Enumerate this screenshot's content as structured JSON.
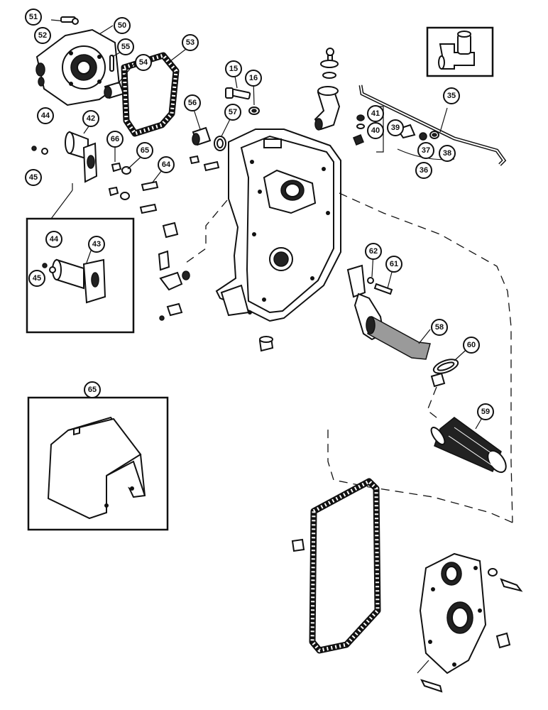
{
  "callouts": [
    {
      "id": "c51",
      "label": "51"
    },
    {
      "id": "c52",
      "label": "52"
    },
    {
      "id": "c50",
      "label": "50"
    },
    {
      "id": "c55",
      "label": "55"
    },
    {
      "id": "c54",
      "label": "54"
    },
    {
      "id": "c53",
      "label": "53"
    },
    {
      "id": "c15",
      "label": "15"
    },
    {
      "id": "c16",
      "label": "16"
    },
    {
      "id": "c35",
      "label": "35"
    },
    {
      "id": "c44a",
      "label": "44"
    },
    {
      "id": "c42",
      "label": "42"
    },
    {
      "id": "c45a",
      "label": "45"
    },
    {
      "id": "c66",
      "label": "66"
    },
    {
      "id": "c65a",
      "label": "65"
    },
    {
      "id": "c64",
      "label": "64"
    },
    {
      "id": "c56",
      "label": "56"
    },
    {
      "id": "c57",
      "label": "57"
    },
    {
      "id": "c41",
      "label": "41"
    },
    {
      "id": "c40",
      "label": "40"
    },
    {
      "id": "c39",
      "label": "39"
    },
    {
      "id": "c37",
      "label": "37"
    },
    {
      "id": "c38",
      "label": "38"
    },
    {
      "id": "c36",
      "label": "36"
    },
    {
      "id": "c44b",
      "label": "44"
    },
    {
      "id": "c43",
      "label": "43"
    },
    {
      "id": "c45b",
      "label": "45"
    },
    {
      "id": "c62",
      "label": "62"
    },
    {
      "id": "c61",
      "label": "61"
    },
    {
      "id": "c58",
      "label": "58"
    },
    {
      "id": "c60",
      "label": "60"
    },
    {
      "id": "c65b",
      "label": "65"
    },
    {
      "id": "c59",
      "label": "59"
    }
  ]
}
